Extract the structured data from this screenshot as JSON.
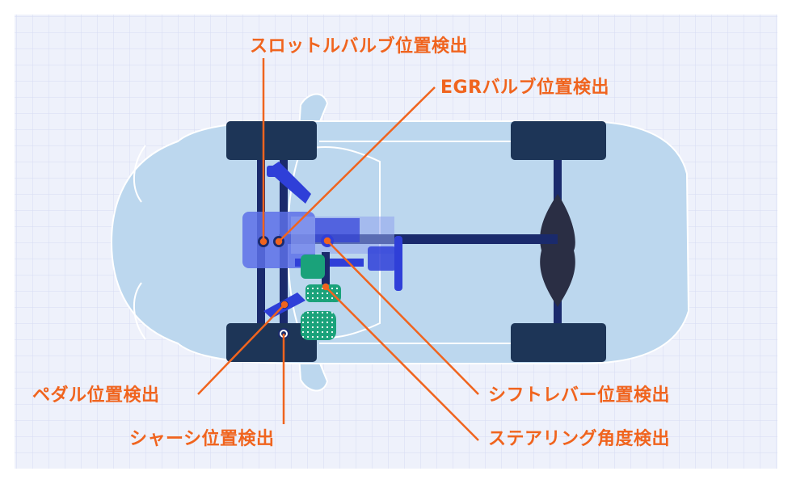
{
  "diagram": {
    "labels": {
      "throttle_valve": "スロットルバルブ位置検出",
      "egr_valve": "EGRバルブ位置検出",
      "pedal": "ペダル位置検出",
      "chassis": "シャーシ位置検出",
      "shift_lever": "シフトレバー位置検出",
      "steering": "ステアリング角度検出"
    },
    "colors": {
      "callout": "#f0641e",
      "grid_background": "#eef1fb",
      "grid_line": "#d6dcf3",
      "car_body": "#bcd7ee",
      "tire": "#1d3557",
      "drivetrain": "#1a2a6c",
      "sensor_blue": "#2f3fd8",
      "sensor_green": "#1aa27a"
    }
  }
}
